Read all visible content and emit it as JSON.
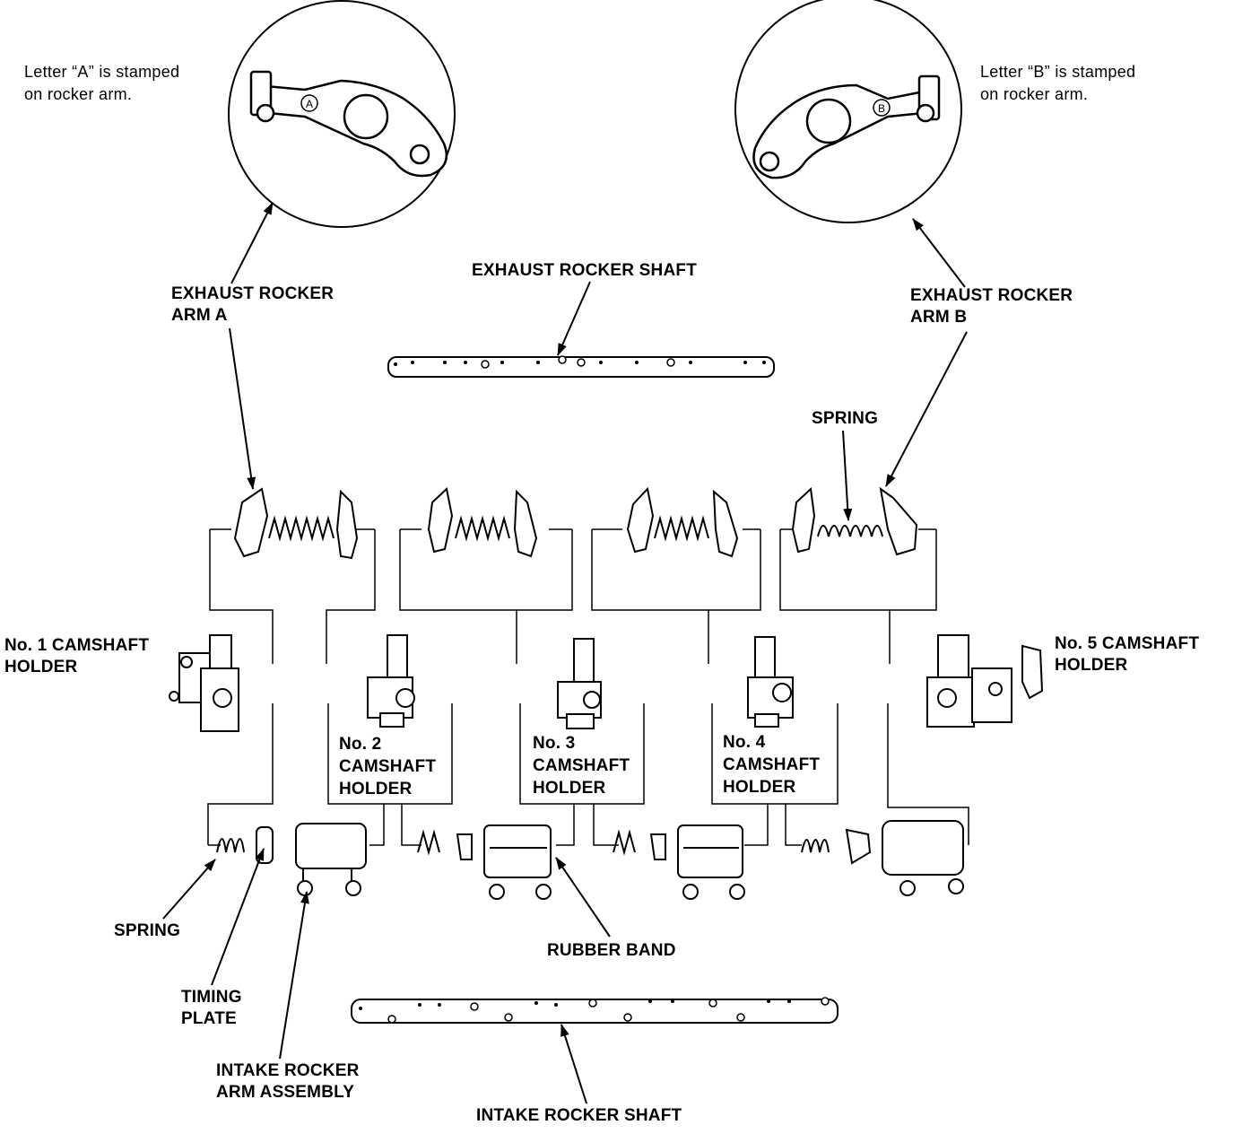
{
  "notes": {
    "letter_a": [
      "Letter “A” is stamped",
      "on rocker arm."
    ],
    "letter_b": [
      "Letter “B” is stamped",
      "on rocker arm."
    ]
  },
  "callouts": {
    "exhaust_rocker_arm_a": [
      "EXHAUST ROCKER",
      "ARM A"
    ],
    "exhaust_rocker_arm_b": [
      "EXHAUST ROCKER",
      "ARM B"
    ],
    "exhaust_rocker_shaft": "EXHAUST ROCKER SHAFT",
    "spring_top": "SPRING",
    "no1_camshaft_holder": [
      "No. 1 CAMSHAFT",
      "HOLDER"
    ],
    "no2_camshaft_holder": [
      "No. 2",
      "CAMSHAFT",
      "HOLDER"
    ],
    "no3_camshaft_holder": [
      "No. 3",
      "CAMSHAFT",
      "HOLDER"
    ],
    "no4_camshaft_holder": [
      "No. 4",
      "CAMSHAFT",
      "HOLDER"
    ],
    "no5_camshaft_holder": [
      "No. 5 CAMSHAFT",
      "HOLDER"
    ],
    "spring_bottom": "SPRING",
    "timing_plate": [
      "TIMING",
      "PLATE"
    ],
    "intake_rocker_arm_assembly": [
      "INTAKE ROCKER",
      "ARM ASSEMBLY"
    ],
    "rubber_band": "RUBBER BAND",
    "intake_rocker_shaft": "INTAKE ROCKER SHAFT"
  },
  "icons": {
    "detail_a": "rocker-arm-a-icon",
    "detail_b": "rocker-arm-b-icon",
    "stamp_a": "A",
    "stamp_b": "B"
  }
}
